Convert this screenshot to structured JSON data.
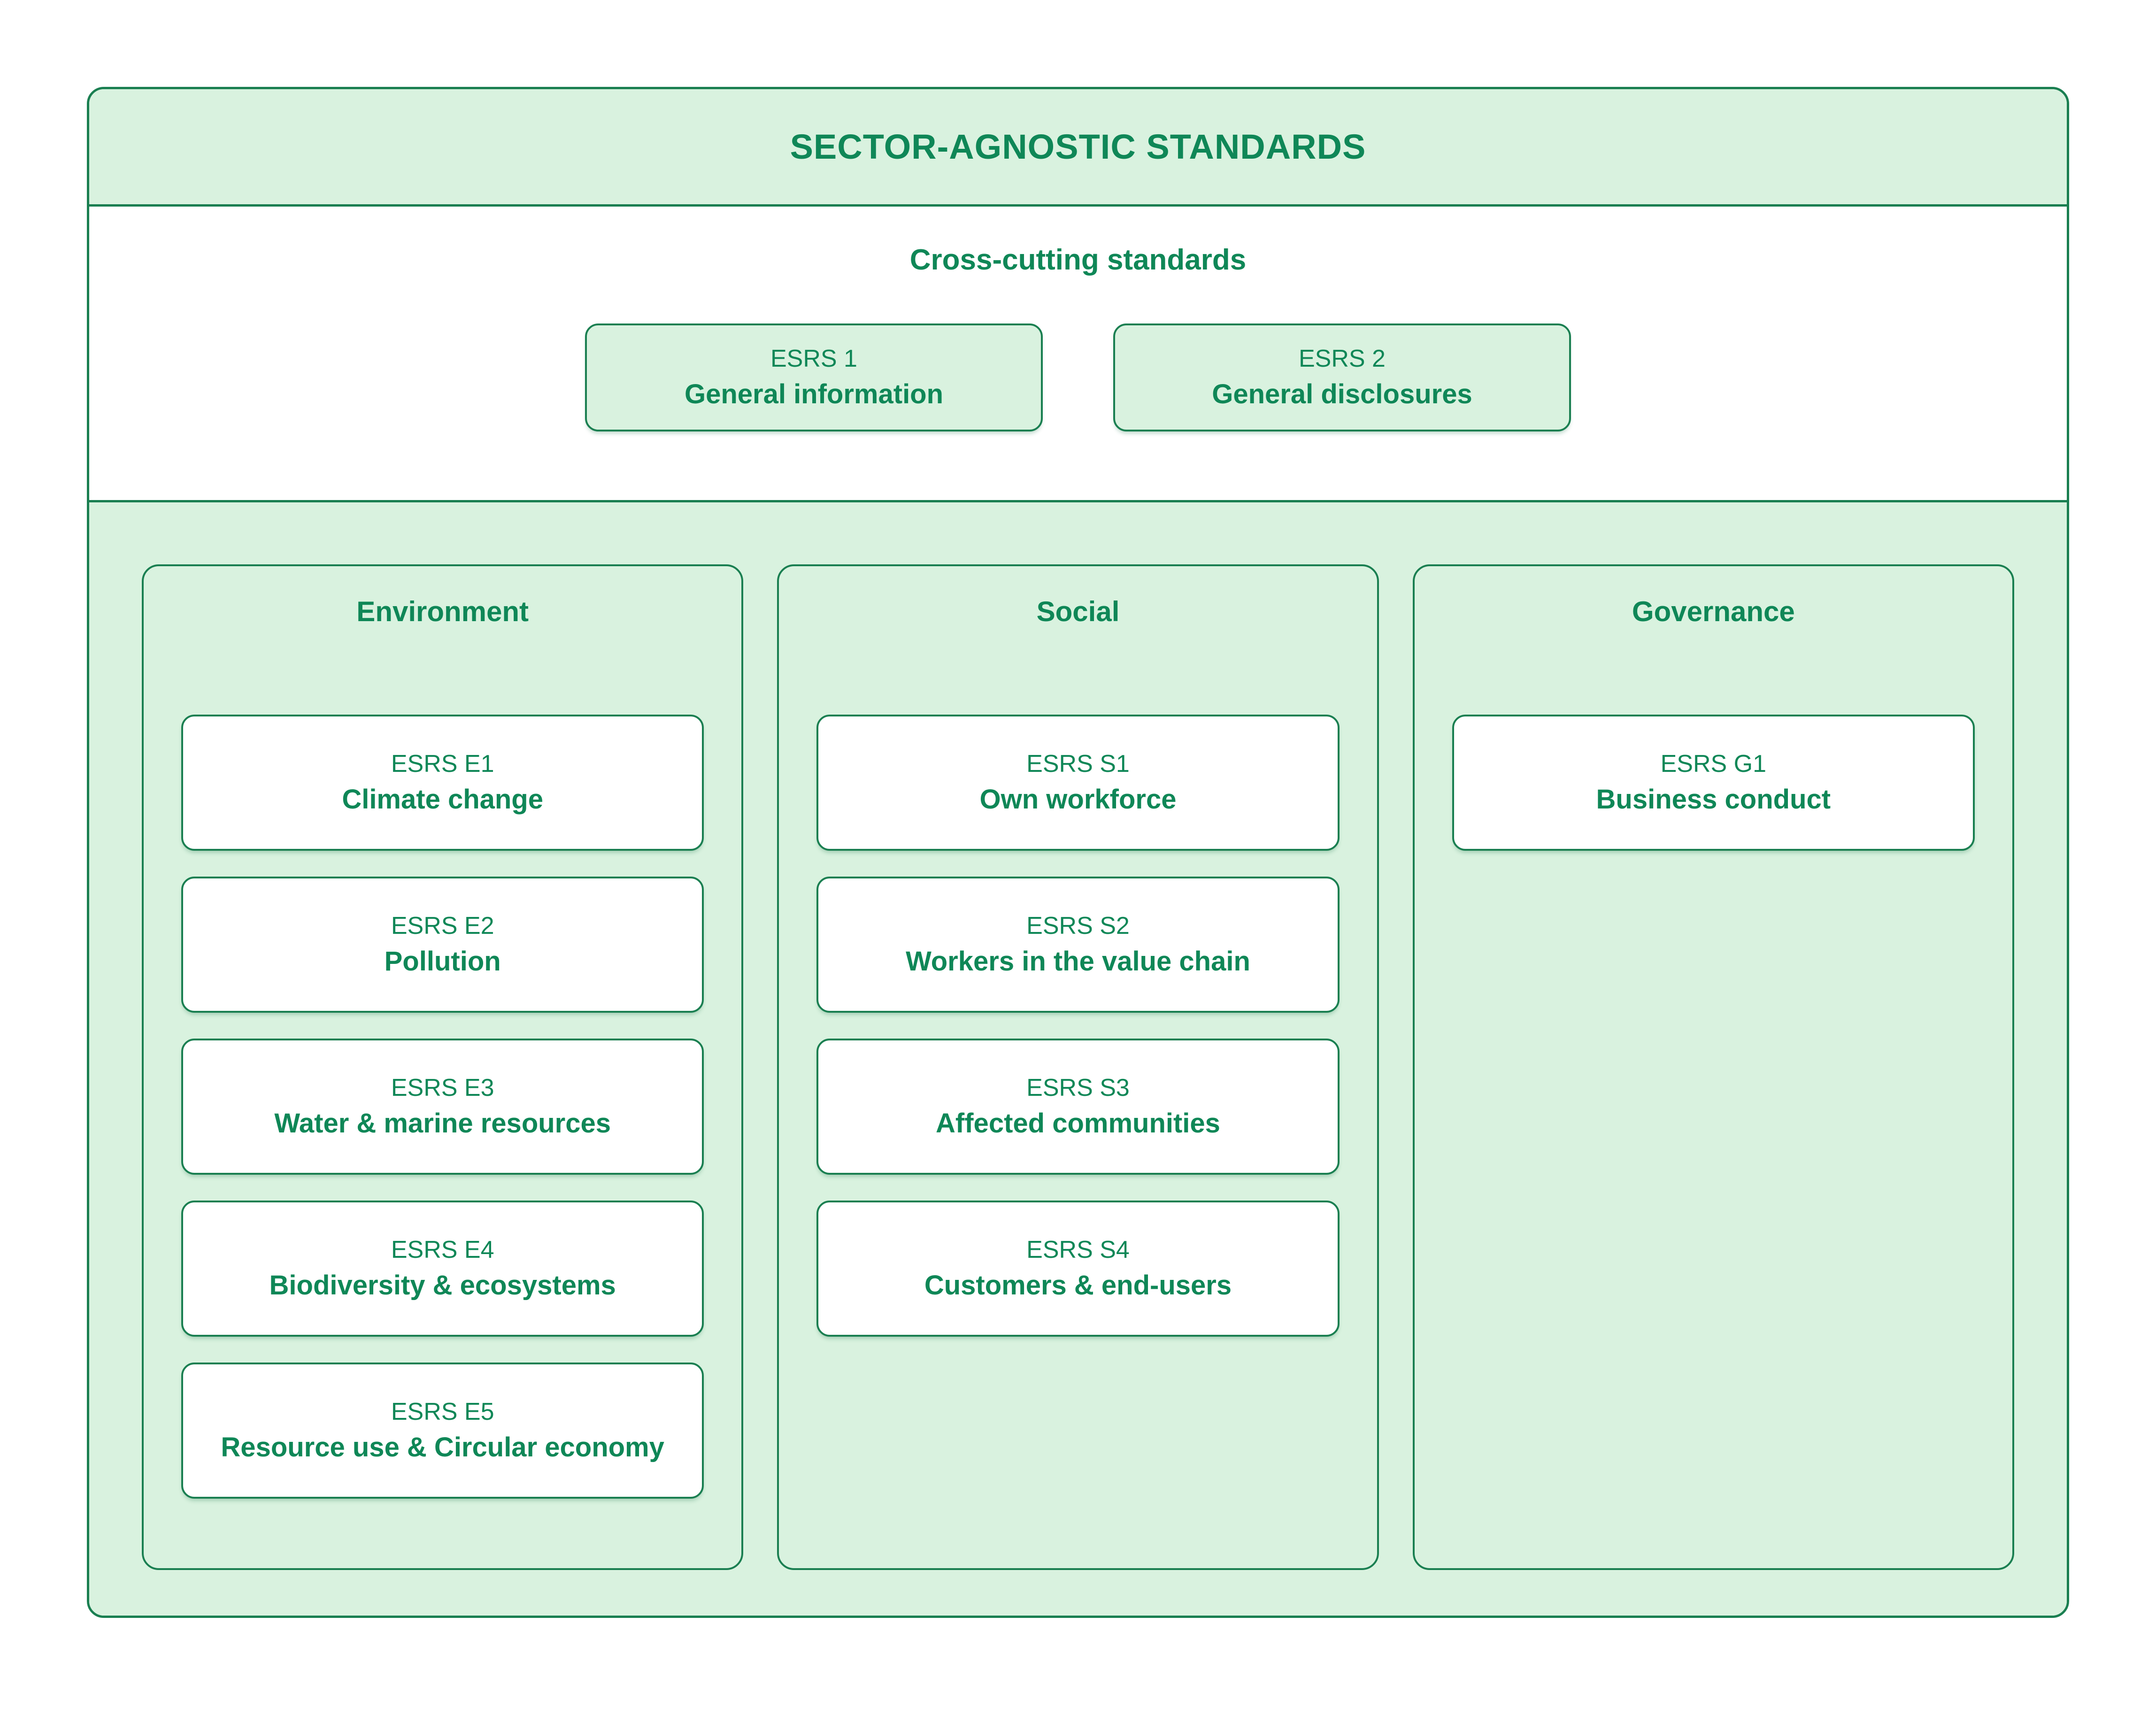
{
  "title": "SECTOR-AGNOSTIC STANDARDS",
  "cross_cutting": {
    "heading": "Cross-cutting standards",
    "boxes": [
      {
        "code": "ESRS 1",
        "name": "General information"
      },
      {
        "code": "ESRS 2",
        "name": "General disclosures"
      }
    ]
  },
  "pillars": [
    {
      "label": "Environment",
      "standards": [
        {
          "code": "ESRS E1",
          "name": "Climate change"
        },
        {
          "code": "ESRS E2",
          "name": "Pollution"
        },
        {
          "code": "ESRS E3",
          "name": "Water & marine resources"
        },
        {
          "code": "ESRS E4",
          "name": "Biodiversity & ecosystems"
        },
        {
          "code": "ESRS E5",
          "name": "Resource use & Circular economy"
        }
      ]
    },
    {
      "label": "Social",
      "standards": [
        {
          "code": "ESRS S1",
          "name": "Own workforce"
        },
        {
          "code": "ESRS S2",
          "name": "Workers in the value chain"
        },
        {
          "code": "ESRS S3",
          "name": "Affected communities"
        },
        {
          "code": "ESRS S4",
          "name": "Customers & end-users"
        }
      ]
    },
    {
      "label": "Governance",
      "standards": [
        {
          "code": "ESRS G1",
          "name": "Business conduct"
        }
      ]
    }
  ],
  "colors": {
    "green_text": "#0f8757",
    "green_border": "#1a7f51",
    "light_green": "#d9f2df",
    "white": "#ffffff"
  }
}
